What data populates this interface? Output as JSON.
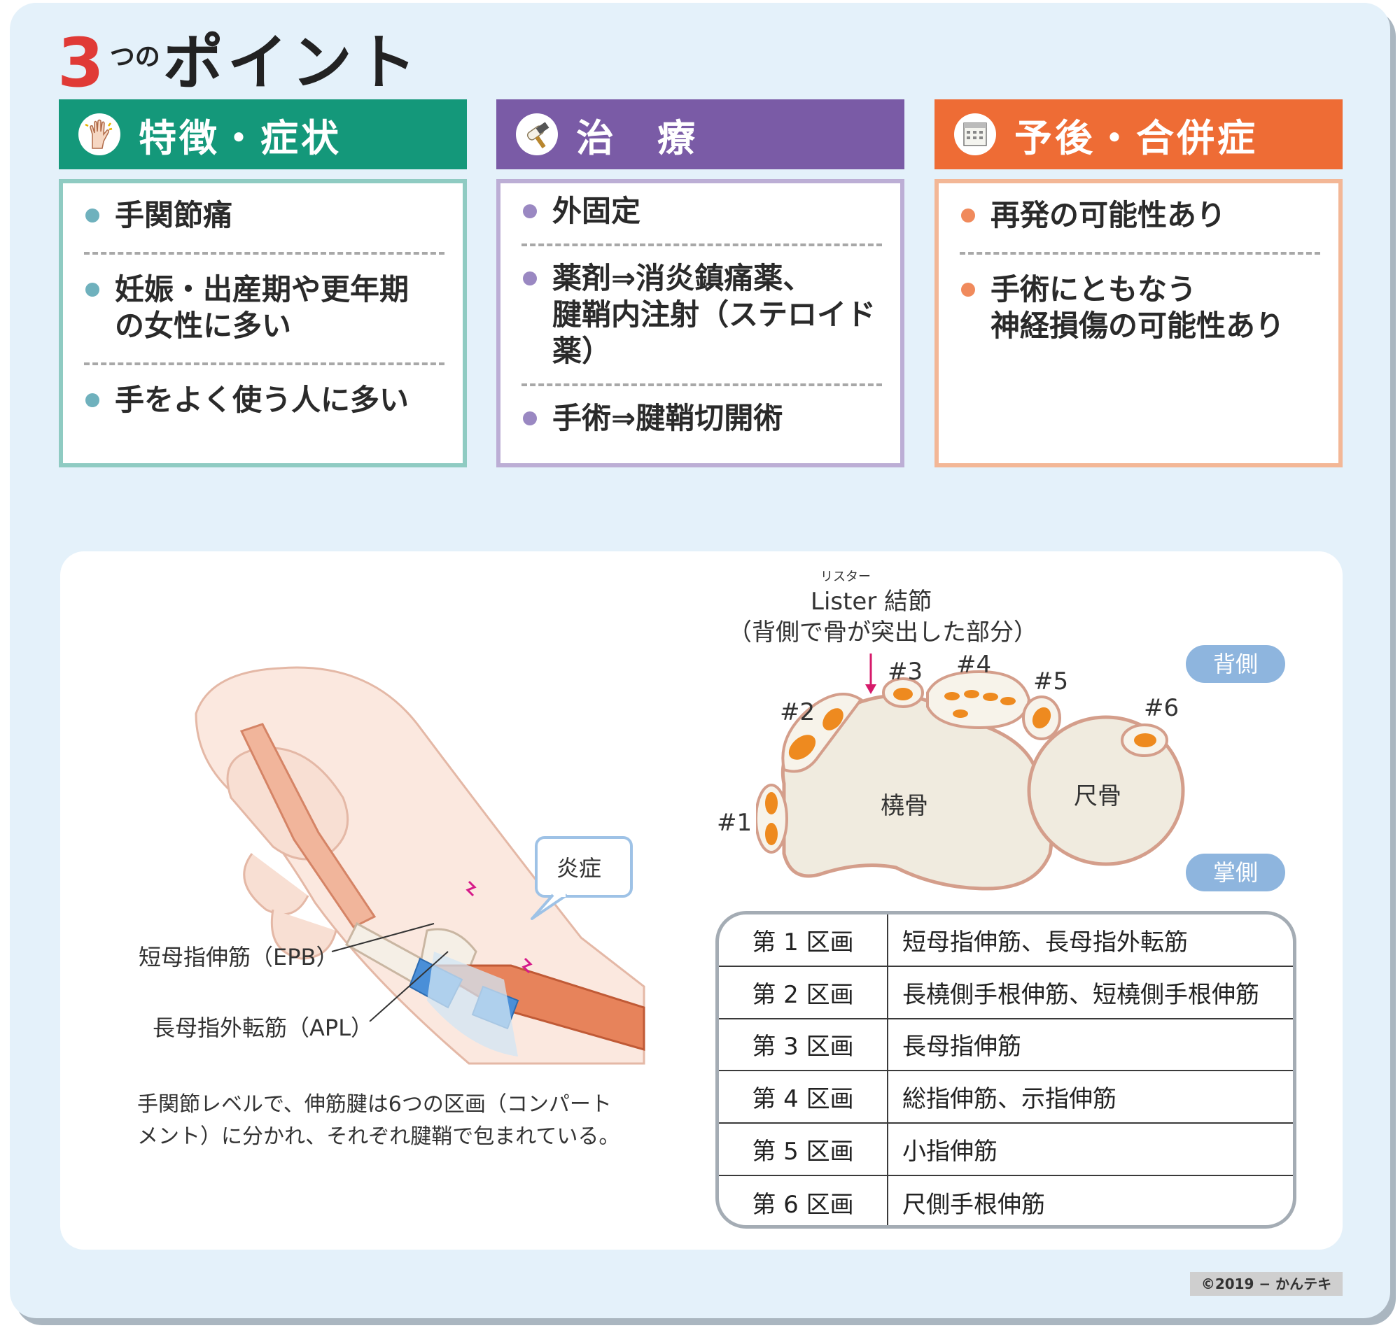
{
  "title": {
    "number": "3",
    "small": "つの",
    "main": "ポイント"
  },
  "columns": [
    {
      "heading": "特徴・症状",
      "color": "#14987a",
      "border": "#8fcbc2",
      "dot": "#6fb1bd",
      "items": [
        [
          "手関節痛"
        ],
        [
          "妊娠・出産期や更年期",
          "の女性に多い"
        ],
        [
          "手をよく使う人に多い"
        ]
      ]
    },
    {
      "heading": "治　療",
      "color": "#7a5ba6",
      "border": "#bcaed5",
      "dot": "#9a88c2",
      "items": [
        [
          "外固定"
        ],
        [
          "薬剤⇒消炎鎮痛薬、",
          "腱鞘内注射（ステロイド",
          "薬）"
        ],
        [
          "手術⇒腱鞘切開術"
        ]
      ]
    },
    {
      "heading": "予後・合併症",
      "color": "#ee6c35",
      "border": "#f3b796",
      "dot": "#f08a5c",
      "items": [
        [
          "再発の可能性あり"
        ],
        [
          "手術にともなう",
          "神経損傷の可能性あり"
        ]
      ]
    }
  ],
  "illustration": {
    "inflammation": "炎症",
    "epb": "短母指伸筋（EPB）",
    "apl": "長母指外転筋（APL）",
    "caption": [
      "手関節レベルで、伸筋腱は6つの区画（コンパート",
      "メント）に分かれ、それぞれ腱鞘で包まれている。"
    ]
  },
  "cross_section": {
    "lister_ruby": "リスター",
    "lister": "Lister 結節",
    "lister_note": "（背側で骨が突出した部分）",
    "dorsal": "背側",
    "palmar": "掌側",
    "radius": "橈骨",
    "ulna": "尺骨",
    "compartments": [
      "#1",
      "#2",
      "#3",
      "#4",
      "#5",
      "#6"
    ]
  },
  "table": [
    {
      "section": "第 1 区画",
      "muscles": "短母指伸筋、長母指外転筋"
    },
    {
      "section": "第 2 区画",
      "muscles": "長橈側手根伸筋、短橈側手根伸筋"
    },
    {
      "section": "第 3 区画",
      "muscles": "長母指伸筋"
    },
    {
      "section": "第 4 区画",
      "muscles": "総指伸筋、示指伸筋"
    },
    {
      "section": "第 5 区画",
      "muscles": "小指伸筋"
    },
    {
      "section": "第 6 区画",
      "muscles": "尺側手根伸筋"
    }
  ],
  "copyright": "©2019 − かんテキ"
}
